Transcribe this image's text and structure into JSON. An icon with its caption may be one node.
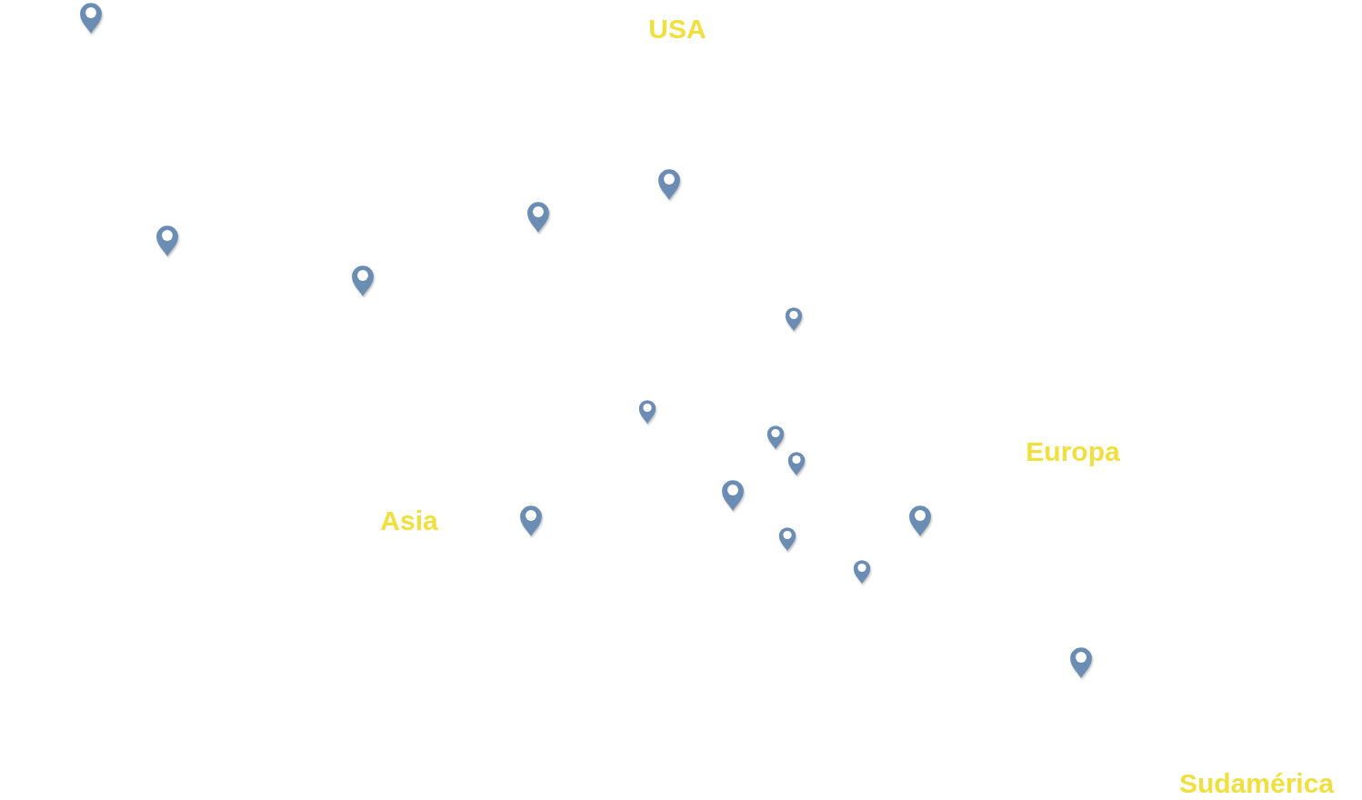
{
  "diagram": {
    "labels": [
      "USA",
      "Europa",
      "Asia",
      "Sudamérica"
    ]
  }
}
